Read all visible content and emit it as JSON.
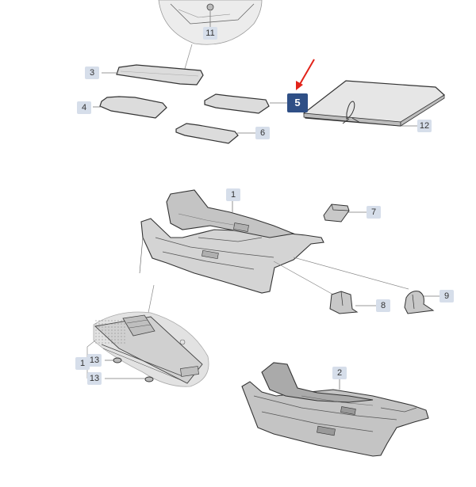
{
  "colors": {
    "outline": "#3a3a3a",
    "part_fill": "#e4e4e4",
    "part_shade": "#c8c8c8",
    "callout_bg": "#d6deea",
    "active_bg": "#2f4f86",
    "arrow": "#e2231a",
    "leader": "#777777"
  },
  "callouts": [
    {
      "id": "c11",
      "label": "11"
    },
    {
      "id": "c3",
      "label": "3"
    },
    {
      "id": "c4",
      "label": "4"
    },
    {
      "id": "c5",
      "label": "5",
      "active": true
    },
    {
      "id": "c6",
      "label": "6"
    },
    {
      "id": "c12",
      "label": "12"
    },
    {
      "id": "c1a",
      "label": "1"
    },
    {
      "id": "c7",
      "label": "7"
    },
    {
      "id": "c8",
      "label": "8"
    },
    {
      "id": "c9",
      "label": "9"
    },
    {
      "id": "c1b",
      "label": "1"
    },
    {
      "id": "c13a",
      "label": "13"
    },
    {
      "id": "c13b",
      "label": "13"
    },
    {
      "id": "c2",
      "label": "2"
    }
  ]
}
